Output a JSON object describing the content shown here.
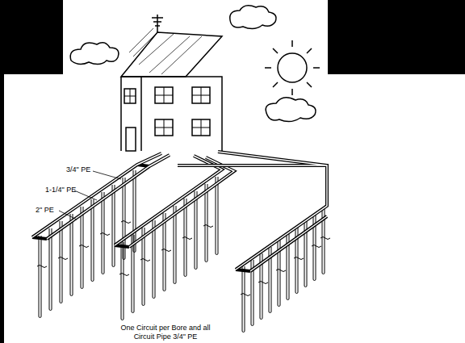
{
  "diagram": {
    "labels": [
      "3/4\" PE",
      "1-1/4\" PE",
      "2\" PE",
      "One Circuit per Bore and all Circuit Pipe 3/4\" PE"
    ]
  }
}
